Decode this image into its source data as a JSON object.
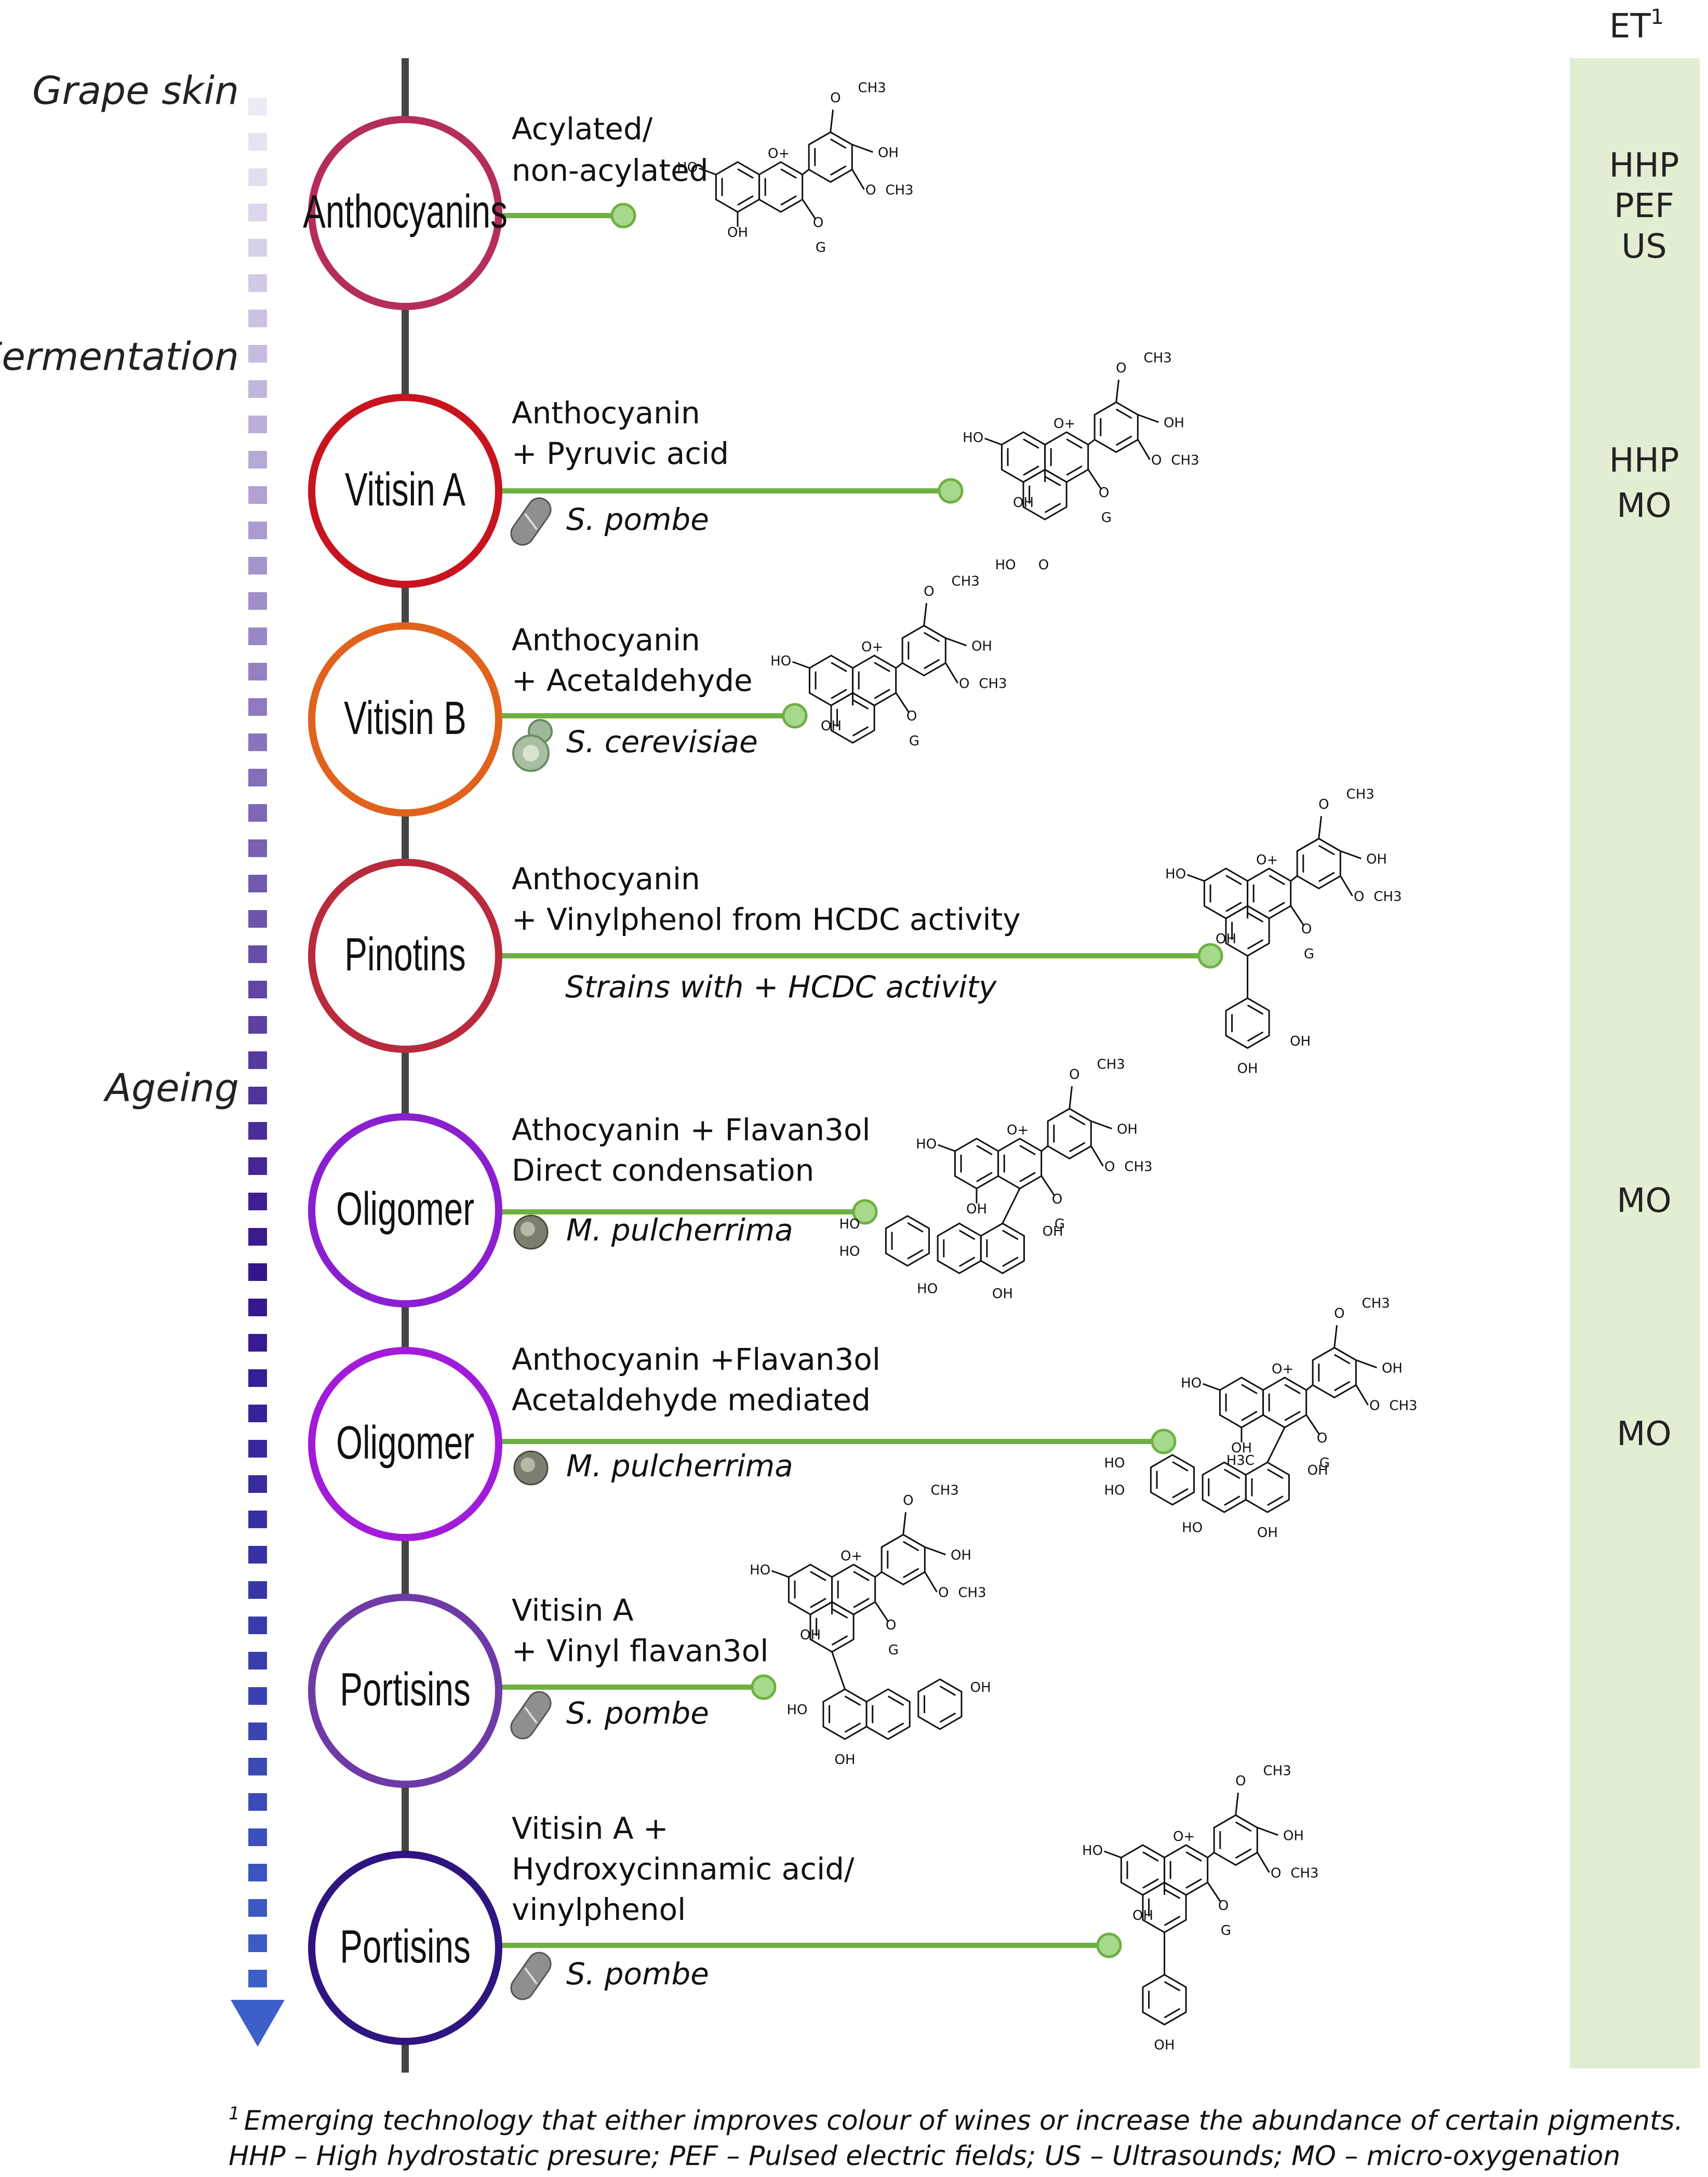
{
  "et_header": {
    "text": "ET",
    "sup": "1"
  },
  "stages": [
    "Grape skin",
    "Fermentation",
    "Ageing"
  ],
  "pigments": [
    {
      "name": "Anthocyanins",
      "lines": [
        "Acylated/",
        "non-acylated"
      ],
      "organism": "",
      "organism_icon": "",
      "ring_color": "#b52d5c"
    },
    {
      "name": "Vitisin A",
      "lines": [
        "Anthocyanin",
        "+ Pyruvic acid"
      ],
      "organism": "S. pombe",
      "organism_icon": "rod-yeast-icon",
      "ring_color": "#c8141e"
    },
    {
      "name": "Vitisin B",
      "lines": [
        "Anthocyanin",
        "+ Acetaldehyde"
      ],
      "organism": "S. cerevisiae",
      "organism_icon": "budding-yeast-icon",
      "ring_color": "#e0621c"
    },
    {
      "name": "Pinotins",
      "lines": [
        "Anthocyanin",
        "+ Vinylphenol from HCDC activity"
      ],
      "organism": "Strains with + HCDC activity",
      "organism_icon": "",
      "ring_color": "#b82a3c"
    },
    {
      "name": "Oligomer",
      "lines": [
        "Athocyanin + Flavan3ol",
        "Direct condensation"
      ],
      "organism": "M. pulcherrima",
      "organism_icon": "round-yeast-icon",
      "ring_color": "#8a1fd0"
    },
    {
      "name": "Oligomer",
      "lines": [
        "Anthocyanin +Flavan3ol",
        "Acetaldehyde mediated"
      ],
      "organism": "M. pulcherrima",
      "organism_icon": "round-yeast-icon",
      "ring_color": "#a21bd8"
    },
    {
      "name": "Portisins",
      "lines": [
        "Vitisin A",
        "+ Vinyl flavan3ol"
      ],
      "organism": "S. pombe",
      "organism_icon": "rod-yeast-icon",
      "ring_color": "#6e3aa6"
    },
    {
      "name": "Portisins",
      "lines": [
        "Vitisin A +",
        "Hydroxycinnamic acid/",
        "vinylphenol"
      ],
      "organism": "S. pombe",
      "organism_icon": "rod-yeast-icon",
      "ring_color": "#2e1580"
    }
  ],
  "technologies": [
    {
      "lines": [
        "HHP",
        "PEF",
        "US"
      ]
    },
    {
      "lines": [
        "HHP",
        "MO"
      ]
    },
    {
      "lines": [
        "MO"
      ]
    },
    {
      "lines": [
        "MO"
      ]
    }
  ],
  "structure_labels": [
    "HO",
    "OH",
    "O",
    "O+",
    "CH3",
    "G",
    "H3C"
  ],
  "footnote": {
    "sup": "1",
    "line1": "Emerging technology that either improves colour of wines or increase the abundance of certain pigments.",
    "line2": "HHP – High hydrostatic presure; PEF – Pulsed electric fields; US – Ultrasounds; MO – micro-oxygenation"
  },
  "colors": {
    "connector_green": "#6fb043",
    "node_fill": "#a6d98b",
    "et_band": "#e1eed2",
    "arrow_light": "#e9e4f2",
    "arrow_dark": "#3d5fc8",
    "spine": "#444444"
  }
}
